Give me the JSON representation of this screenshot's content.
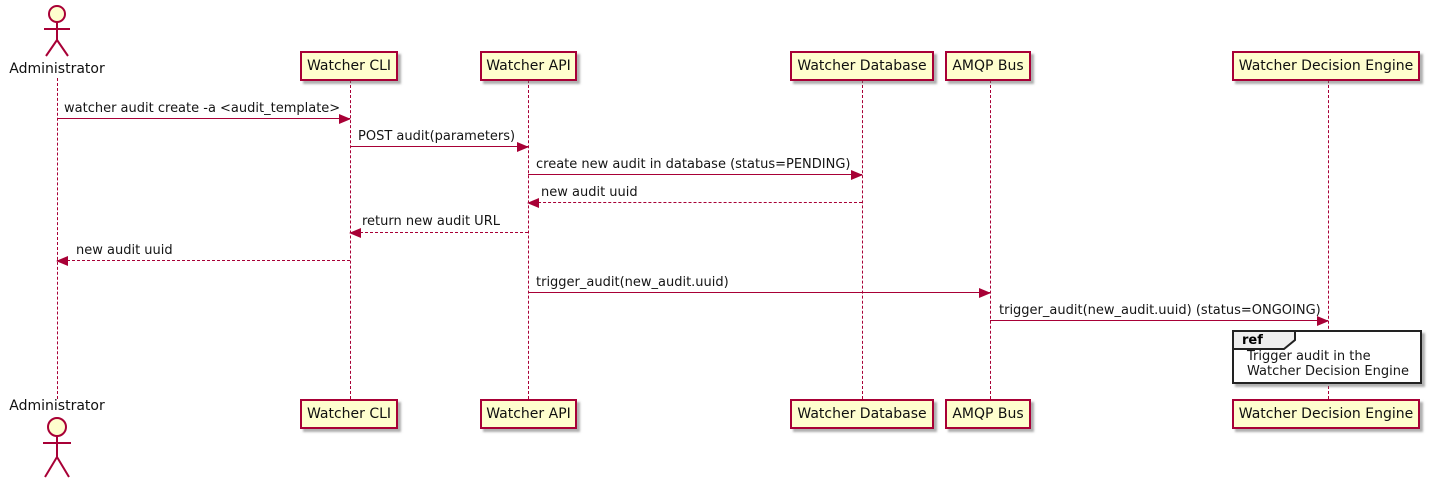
{
  "diagram": {
    "type": "uml-sequence-diagram",
    "colors": {
      "participant_fill": "#FEFECE",
      "accent_border_and_arrows": "#A80036",
      "ref_header_fill": "#EEEEEE",
      "background": "#FFFFFF"
    },
    "actor": {
      "name": "Administrator"
    },
    "participants": [
      {
        "label": "Watcher CLI"
      },
      {
        "label": "Watcher API"
      },
      {
        "label": "Watcher Database"
      },
      {
        "label": "AMQP Bus"
      },
      {
        "label": "Watcher Decision Engine"
      }
    ],
    "messages": [
      {
        "from": "Administrator",
        "to": "Watcher CLI",
        "style": "solid",
        "text": "watcher audit create -a <audit_template>"
      },
      {
        "from": "Watcher CLI",
        "to": "Watcher API",
        "style": "solid",
        "text": "POST audit(parameters)"
      },
      {
        "from": "Watcher API",
        "to": "Watcher Database",
        "style": "solid",
        "text": "create new audit in database (status=PENDING)"
      },
      {
        "from": "Watcher Database",
        "to": "Watcher API",
        "style": "dashed",
        "text": "new audit uuid"
      },
      {
        "from": "Watcher API",
        "to": "Watcher CLI",
        "style": "dashed",
        "text": "return new audit URL"
      },
      {
        "from": "Watcher CLI",
        "to": "Administrator",
        "style": "dashed",
        "text": "new audit uuid"
      },
      {
        "from": "Watcher API",
        "to": "AMQP Bus",
        "style": "solid",
        "text": "trigger_audit(new_audit.uuid)"
      },
      {
        "from": "AMQP Bus",
        "to": "Watcher Decision Engine",
        "style": "solid",
        "text": "trigger_audit(new_audit.uuid) (status=ONGOING)"
      }
    ],
    "ref": {
      "keyword": "ref",
      "over": "Watcher Decision Engine",
      "lines": [
        "Trigger audit in the",
        "Watcher Decision Engine"
      ]
    }
  }
}
